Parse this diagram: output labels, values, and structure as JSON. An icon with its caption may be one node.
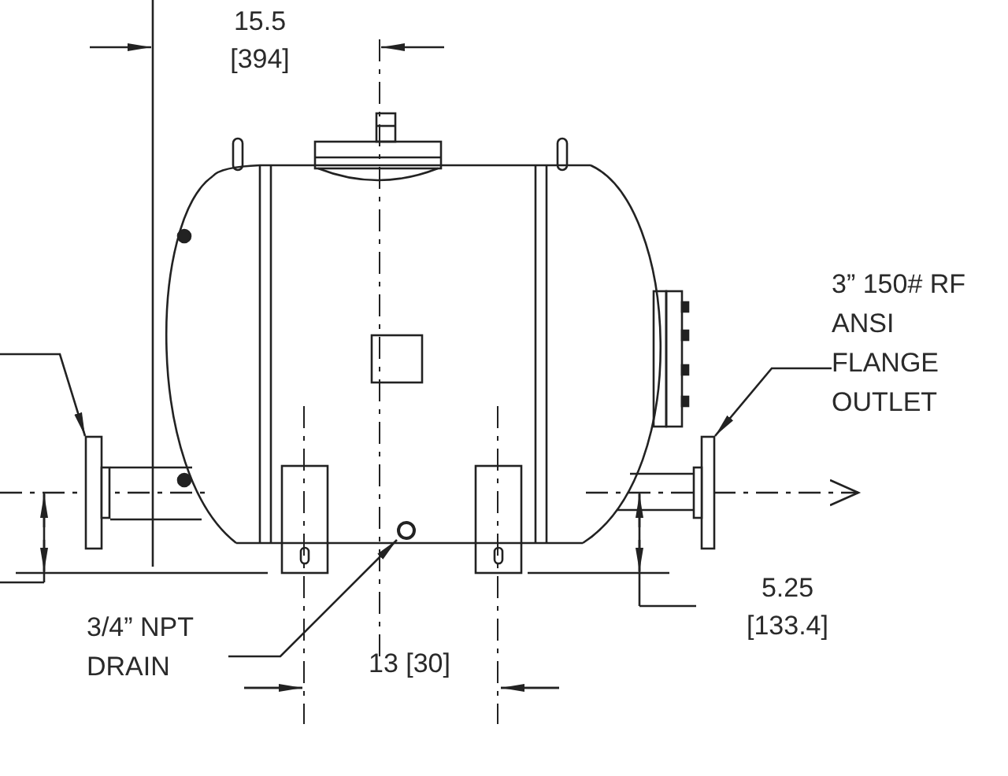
{
  "diagram": {
    "nodes": [
      {
        "text": [
          "3” 150# RF ANSI FLANGE OUTLET"
        ]
      },
      {
        "text": [],
        "shape": "box"
      },
      {
        "text": [
          "3/4” NPT DRAIN"
        ]
      },
      {
        "text": [],
        "shape": "circle"
      },
      {
        "text": [],
        "shape": "box"
      }
    ],
    "edges": [
      {
        "from": 0,
        "to": 4,
        "arrow": "to"
      },
      {
        "from": 2,
        "to": 3,
        "arrow": "to"
      },
      {
        "from": null,
        "to": 1,
        "arrow": "to"
      }
    ],
    "labels": [
      "15.5 [394]",
      "5.25 [133.4]",
      "13 [30]"
    ]
  }
}
